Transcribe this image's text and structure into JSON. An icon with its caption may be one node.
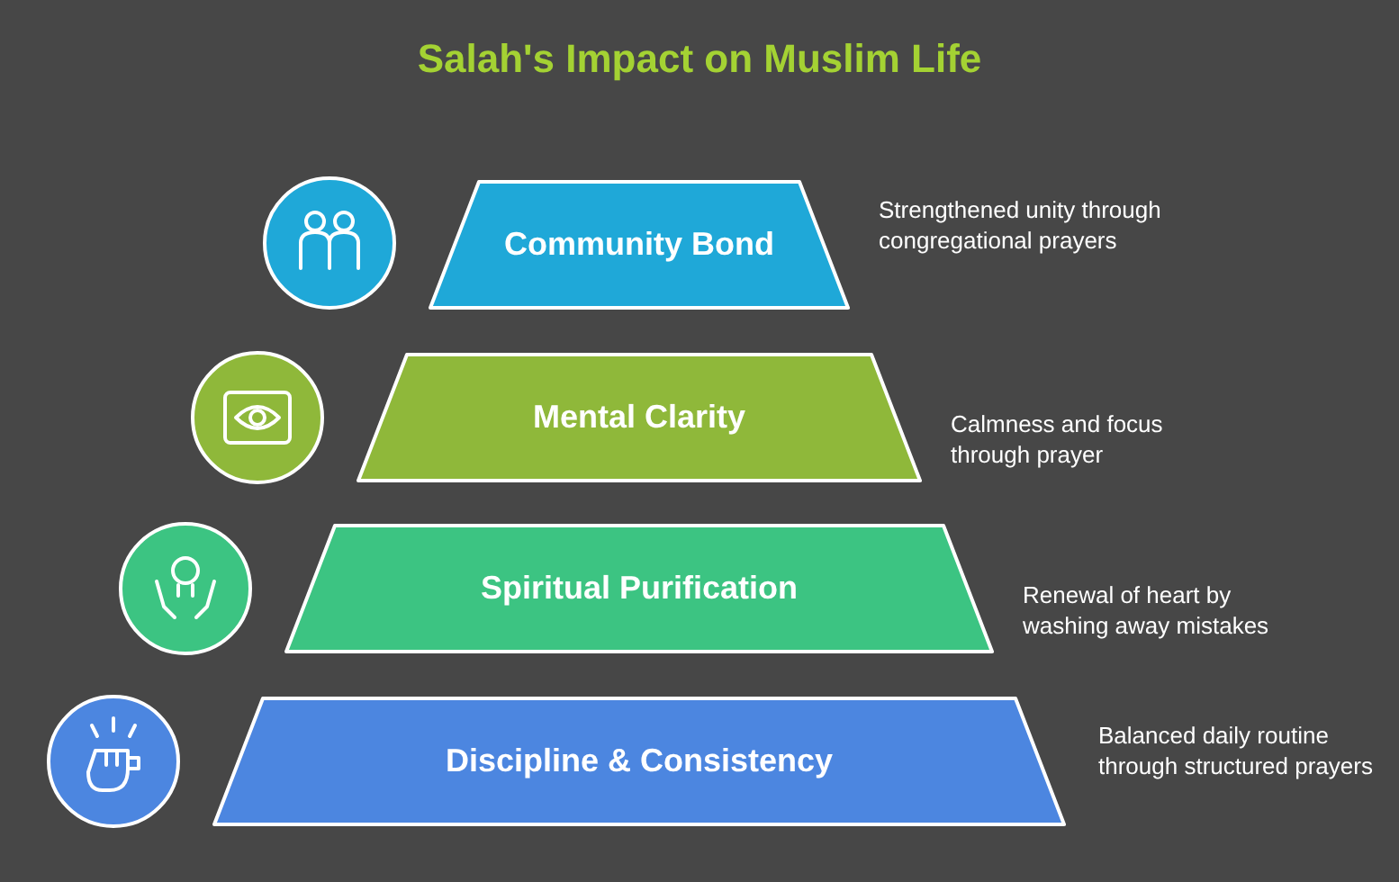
{
  "diagram": {
    "title": "Salah's Impact on Muslim Life",
    "nodes": [
      {
        "text": [
          "Community Bond"
        ],
        "beside": [
          "Strengthened unity through congregational prayers"
        ]
      },
      {
        "text": [
          "Mental Clarity"
        ],
        "beside": [
          "Calmness and focus through prayer"
        ]
      },
      {
        "text": [
          "Spiritual Purification"
        ],
        "beside": [
          "Renewal of heart by washing away mistakes"
        ]
      },
      {
        "text": [
          "Discipline & Consistency"
        ],
        "beside": [
          "Balanced daily routine through structured prayers"
        ]
      }
    ]
  }
}
